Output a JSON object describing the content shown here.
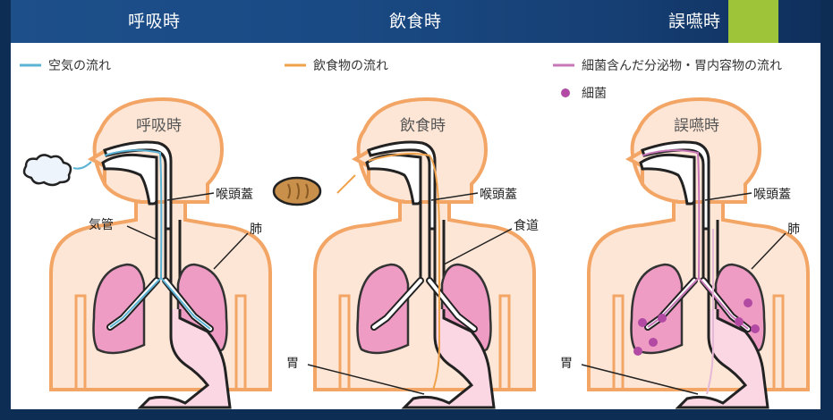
{
  "header": {
    "titles": [
      "呼吸時",
      "飲食時",
      "誤嚥時"
    ]
  },
  "legend": {
    "air": "空気の流れ",
    "food": "飲食物の流れ",
    "saliva": "細菌含んだ分泌物・胃内容物の流れ",
    "bacteria": "細菌"
  },
  "panels": [
    {
      "title": "呼吸時",
      "labels": {
        "epiglottis": "喉頭蓋",
        "trachea": "気管",
        "lung": "肺"
      }
    },
    {
      "title": "飲食時",
      "labels": {
        "epiglottis": "喉頭蓋",
        "esophagus": "食道",
        "stomach": "胃"
      }
    },
    {
      "title": "誤嚥時",
      "labels": {
        "epiglottis": "喉頭蓋",
        "lung": "肺",
        "stomach": "胃"
      }
    }
  ],
  "colors": {
    "header": "#1a4a84",
    "accent_green": "#9ec43a",
    "air": "#5bb3d6",
    "food": "#f0a24b",
    "saliva": "#c878b8",
    "body_fill": "#fde6d6",
    "outline": "#f3a565",
    "lung": "#ef9cc4",
    "bacteria": "#b24aa4"
  }
}
